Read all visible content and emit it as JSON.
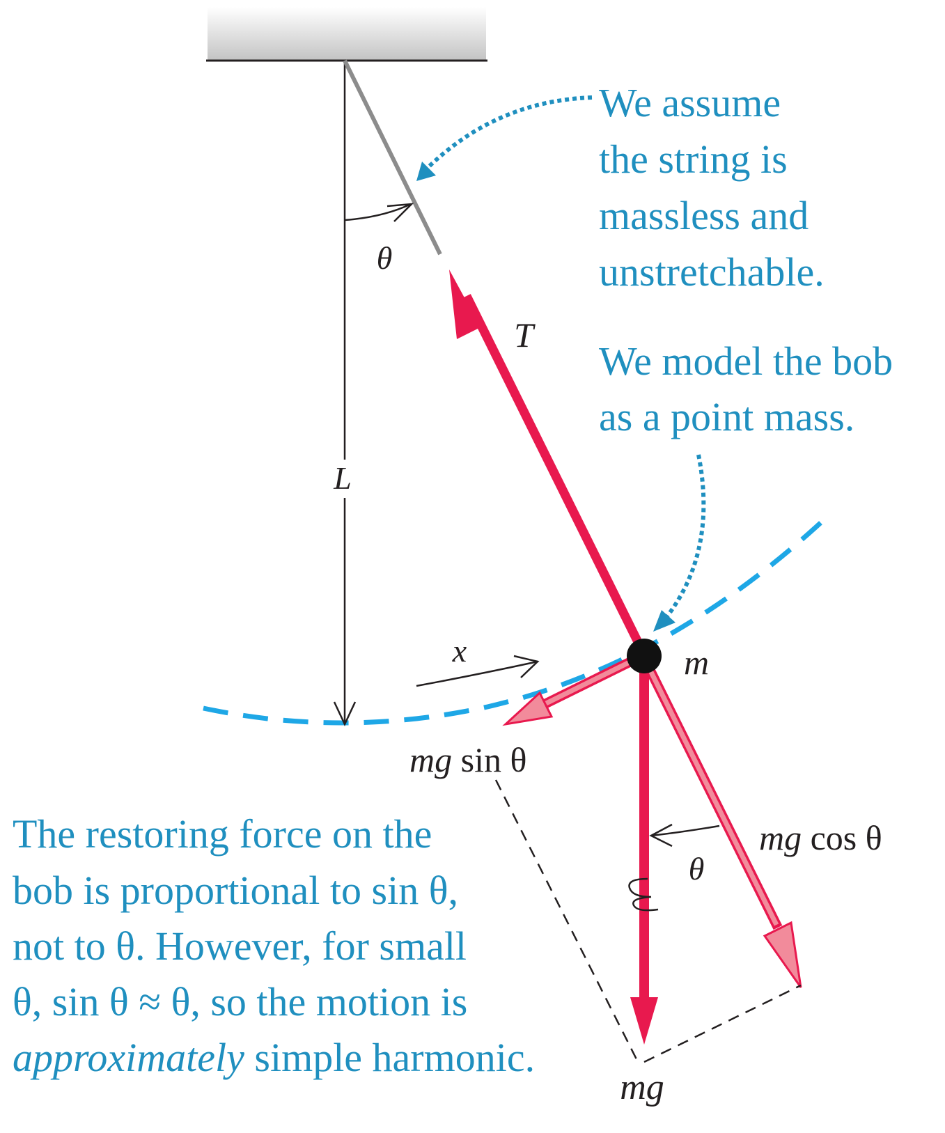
{
  "colors": {
    "annotation": "#1f8fbf",
    "force_main": "#e8194e",
    "force_component": "#f28b9b",
    "path_dashed": "#1ea7e6",
    "ink": "#231f20",
    "string": "#8c8c8c"
  },
  "labels": {
    "theta_top": "θ",
    "tension": "T",
    "length": "L",
    "mass": "m",
    "displacement": "x",
    "mg_sin_italic": "mg",
    "mg_sin_rest": " sin θ",
    "mg_cos_italic": "mg",
    "mg_cos_rest": " cos θ",
    "theta_bottom": "θ",
    "weight": "mg"
  },
  "notes": {
    "string_assumption": [
      "We assume",
      "the string is",
      "massless and",
      "unstretchable."
    ],
    "bob_model": [
      "We model the bob",
      "as a point mass."
    ],
    "restoring": {
      "line1": "The restoring force on the",
      "line2": "bob is proportional to sin θ,",
      "line3": "not to θ. However, for small",
      "line4": "θ, sin θ  ≈  θ, so the motion is",
      "line5_italic": "approximately",
      "line5_rest": " simple harmonic."
    }
  }
}
